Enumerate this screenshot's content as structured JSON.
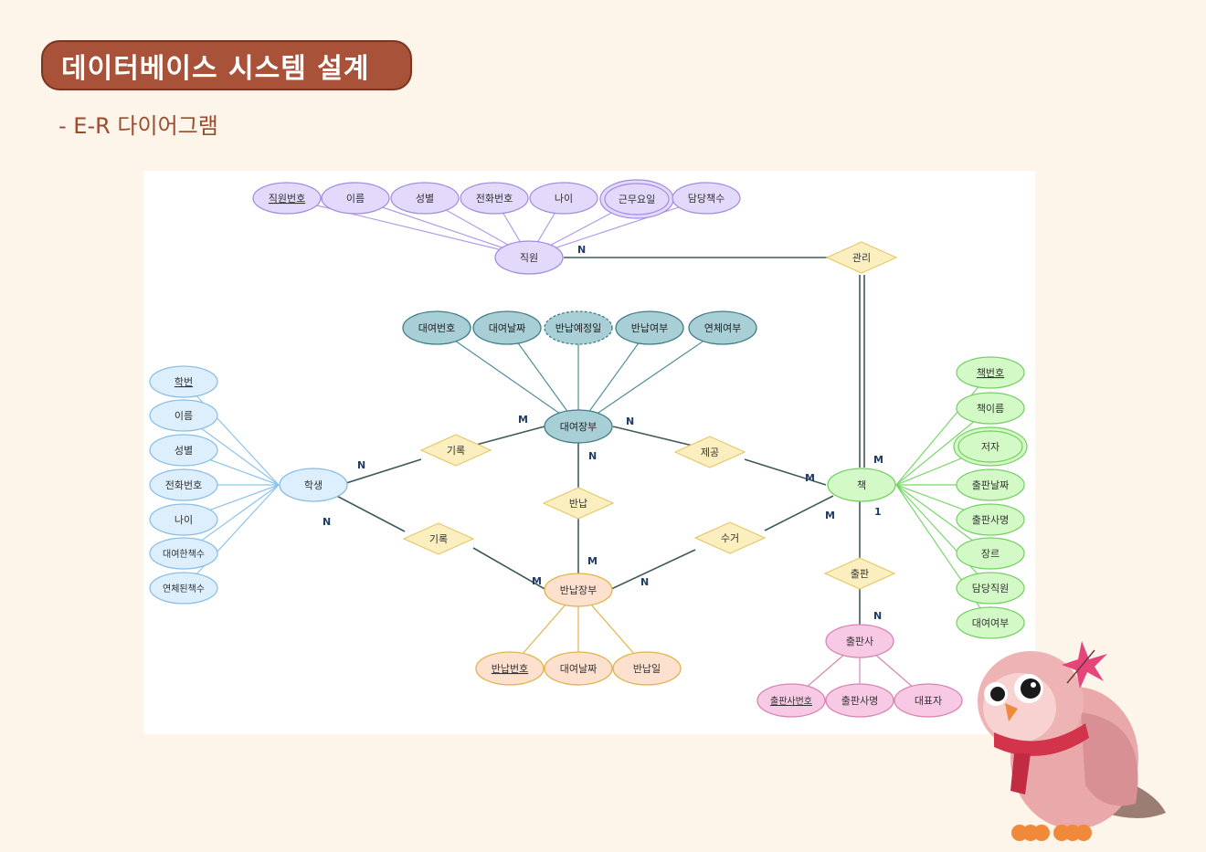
{
  "header": {
    "title": "데이터베이스 시스템 설계",
    "subtitle": "- E-R 다이어그램"
  },
  "colors": {
    "title_bg": "#a9523a",
    "background": "#fdf4ea",
    "employee": "#e2d9fb",
    "rental": "#a8cfd6",
    "student": "#ddeefd",
    "book": "#d3f9c7",
    "return": "#fde0cd",
    "publisher": "#f7c9e5",
    "relationship": "#fbefbf"
  },
  "diagram": {
    "entities": {
      "employee": "직원",
      "rental": "대여장부",
      "student": "학생",
      "book": "책",
      "return": "반납장부",
      "publisher": "출판사"
    },
    "relationships": {
      "manage": "관리",
      "record1": "기록",
      "record2": "기록",
      "provide": "제공",
      "return_rel": "반납",
      "collect": "수거",
      "publish": "출판"
    },
    "attributes": {
      "employee": [
        "직원번호",
        "이름",
        "성별",
        "전화번호",
        "나이",
        "근무요일",
        "담당책수"
      ],
      "rental": [
        "대여번호",
        "대여날짜",
        "반납예정일",
        "반납여부",
        "연체여부"
      ],
      "student": [
        "학번",
        "이름",
        "성별",
        "전화번호",
        "나이",
        "대여한책수",
        "연체된책수"
      ],
      "book": [
        "책번호",
        "책이름",
        "저자",
        "출판날짜",
        "출판사명",
        "장르",
        "담당직원",
        "대여여부"
      ],
      "return": [
        "반납번호",
        "대여날짜",
        "반납일"
      ],
      "publisher": [
        "출판사번호",
        "출판사명",
        "대표자"
      ]
    },
    "cardinalities": {
      "employee_manage": "N",
      "book_manage": "M",
      "rental_record1": "M",
      "student_record1": "N",
      "rental_provide": "N",
      "book_provide": "M",
      "rental_return": "N",
      "return_return": "M",
      "student_record2": "N",
      "return_record2": "M",
      "return_collect": "N",
      "book_collect": "M",
      "book_publish": "1",
      "publisher_publish": "N"
    }
  }
}
